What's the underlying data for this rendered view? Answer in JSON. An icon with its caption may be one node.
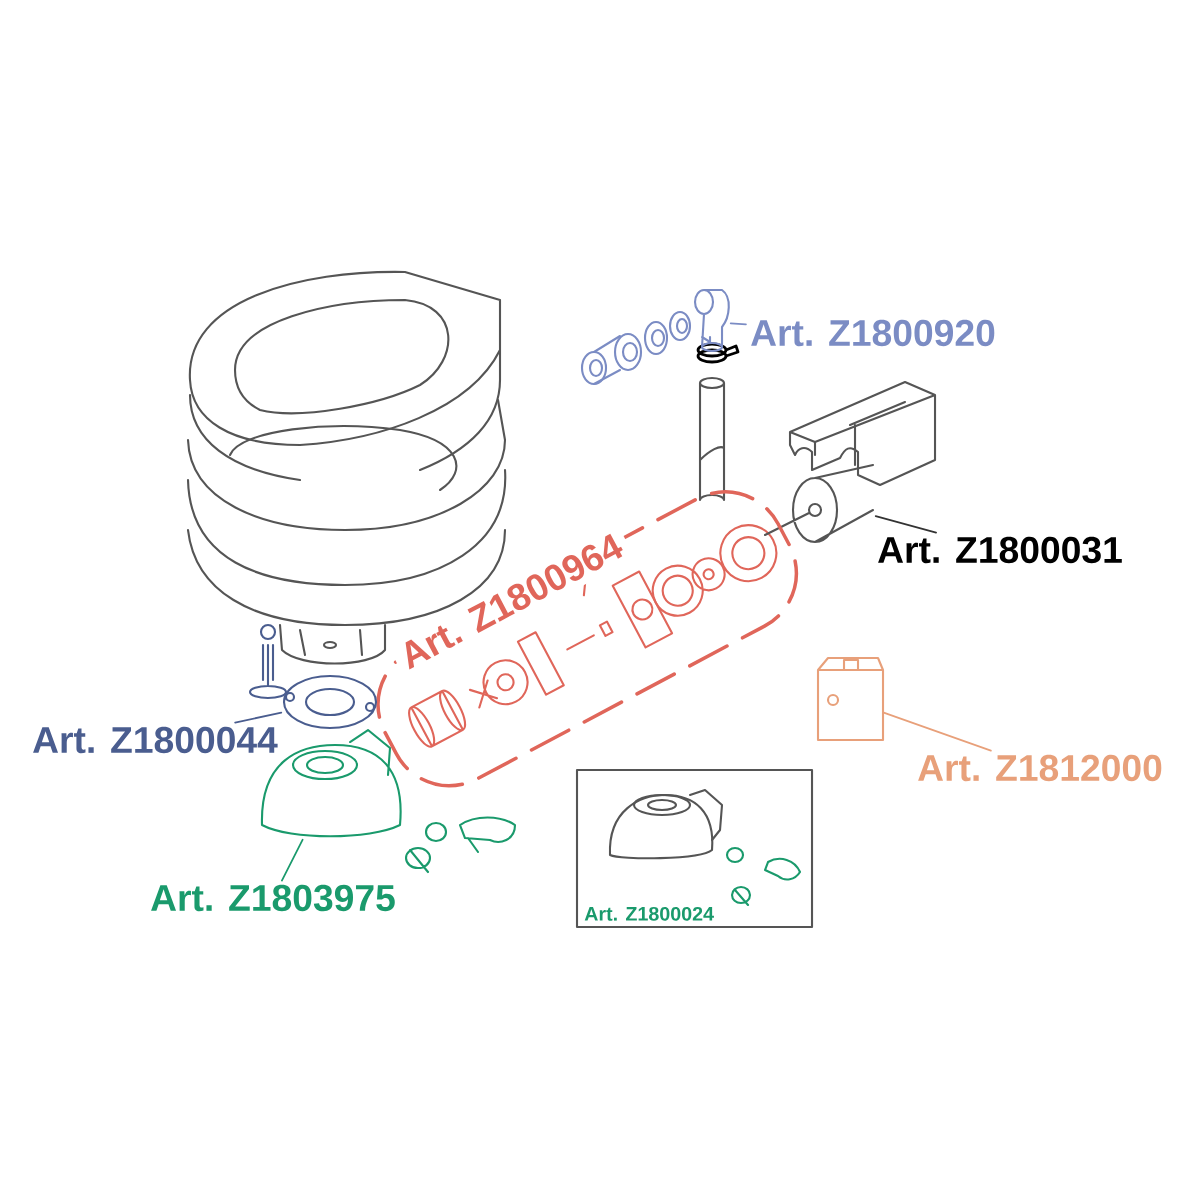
{
  "diagram": {
    "nodes": [
      {
        "text": [
          "Art. Z1800920"
        ]
      },
      {
        "text": [],
        "shape": "picture"
      },
      {
        "text": [
          "Art. Z1800031"
        ]
      },
      {
        "text": [],
        "shape": "picture"
      },
      {
        "text": [
          "Art. Z1800964"
        ]
      },
      {
        "text": [
          "Art. Z1800044"
        ]
      },
      {
        "text": [],
        "shape": "picture"
      },
      {
        "text": [
          "Art. Z1812000"
        ]
      },
      {
        "text": [],
        "shape": "picture"
      },
      {
        "text": [
          "Art. Z1803975"
        ]
      },
      {
        "text": [],
        "shape": "picture"
      },
      {
        "text": [
          "Art. Z1800024"
        ]
      }
    ],
    "edges": [
      {
        "from": 0,
        "to": 1,
        "arrow": "none",
        "color": "#7b8cc4"
      },
      {
        "from": 2,
        "to": 3,
        "arrow": "none",
        "color": "#333333"
      },
      {
        "from": 5,
        "to": 6,
        "arrow": "none",
        "color": "#4a5d8f"
      },
      {
        "from": 7,
        "to": 8,
        "arrow": "none",
        "color": "#e8a07a"
      },
      {
        "from": 9,
        "to": 10,
        "arrow": "none",
        "color": "#1a9a6c"
      }
    ]
  }
}
